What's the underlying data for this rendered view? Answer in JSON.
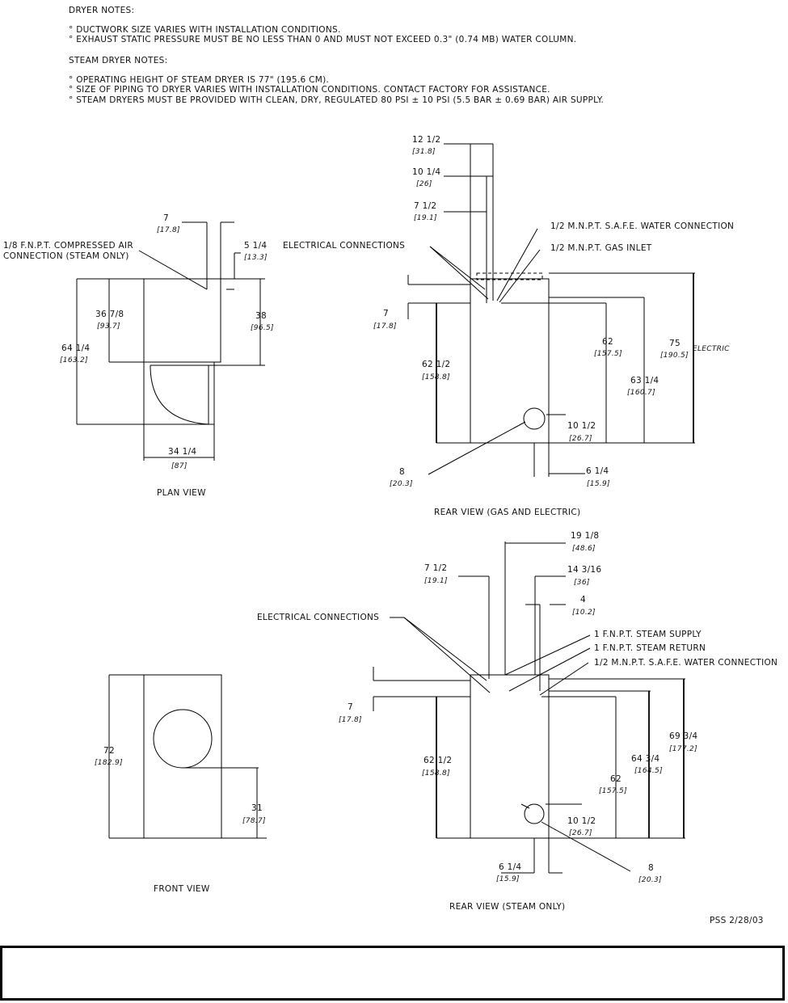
{
  "notes": {
    "dryer_title": "DRYER NOTES:",
    "dryer_1": "° DUCTWORK SIZE VARIES WITH INSTALLATION CONDITIONS.",
    "dryer_2": "° EXHAUST STATIC PRESSURE MUST BE NO LESS THAN 0 AND MUST NOT EXCEED 0.3\" (0.74 MB) WATER COLUMN.",
    "steam_title": "STEAM DRYER NOTES:",
    "steam_1": "° OPERATING HEIGHT OF STEAM DRYER IS 77\" (195.6 CM).",
    "steam_2": "° SIZE OF PIPING TO DRYER VARIES WITH INSTALLATION CONDITIONS.  CONTACT FACTORY FOR ASSISTANCE.",
    "steam_3": "° STEAM DRYERS MUST BE PROVIDED WITH CLEAN, DRY, REGULATED 80 PSI ± 10 PSI (5.5 BAR ± 0.69 BAR) AIR SUPPLY."
  },
  "plan": {
    "title": "PLAN VIEW",
    "air_1": "1/8 F.N.P.T. COMPRESSED AIR",
    "air_2": "CONNECTION (STEAM ONLY)",
    "d7": "7",
    "d7m": "[17.8]",
    "d514": "5 1/4",
    "d514m": "[13.3]",
    "d3678": "36 7/8",
    "d3678m": "[93.7]",
    "d38": "38",
    "d38m": "[96.5]",
    "d6414": "64 1/4",
    "d6414m": "[163.2]",
    "d3414": "34 1/4",
    "d3414m": "[87]"
  },
  "rear_gas": {
    "title": "REAR VIEW (GAS AND ELECTRIC)",
    "d1212": "12 1/2",
    "d1212m": "[31.8]",
    "d1014": "10 1/4",
    "d1014m": "[26]",
    "d712": "7 1/2",
    "d712m": "[19.1]",
    "water": "1/2 M.N.P.T. S.A.F.E. WATER CONNECTION",
    "gas": "1/2 M.N.P.T. GAS INLET",
    "elec": "ELECTRICAL CONNECTIONS",
    "d7": "7",
    "d7m": "[17.8]",
    "d6212": "62 1/2",
    "d6212m": "[158.8]",
    "d62": "62",
    "d62m": "[157.5]",
    "d6314": "63 1/4",
    "d6314m": "[160.7]",
    "d75": "75",
    "d75m": "[190.5]",
    "electric": "ELECTRIC",
    "d1012": "10 1/2",
    "d1012m": "[26.7]",
    "d8": "8",
    "d8m": "[20.3]",
    "d614": "6 1/4",
    "d614m": "[15.9]"
  },
  "rear_steam": {
    "title": "REAR VIEW (STEAM ONLY)",
    "d1918": "19 1/8",
    "d1918m": "[48.6]",
    "d712": "7 1/2",
    "d712m": "[19.1]",
    "d14316": "14 3/16",
    "d14316m": "[36]",
    "d4": "4",
    "d4m": "[10.2]",
    "elec": "ELECTRICAL CONNECTIONS",
    "supply": "1 F.N.P.T. STEAM SUPPLY",
    "return": "1 F.N.P.T. STEAM RETURN",
    "water": "1/2 M.N.P.T. S.A.F.E. WATER CONNECTION",
    "d7": "7",
    "d7m": "[17.8]",
    "d6212": "62 1/2",
    "d6212m": "[158.8]",
    "d62": "62",
    "d62m": "[157.5]",
    "d6434": "64 3/4",
    "d6434m": "[164.5]",
    "d6934": "69 3/4",
    "d6934m": "[177.2]",
    "d1012": "10 1/2",
    "d1012m": "[26.7]",
    "d614": "6 1/4",
    "d614m": "[15.9]",
    "d8": "8",
    "d8m": "[20.3]"
  },
  "front": {
    "title": "FRONT VIEW",
    "d72": "72",
    "d72m": "[182.9]",
    "d31": "31",
    "d31m": "[78.7]"
  },
  "footer": {
    "pss": "PSS 2/28/03"
  }
}
